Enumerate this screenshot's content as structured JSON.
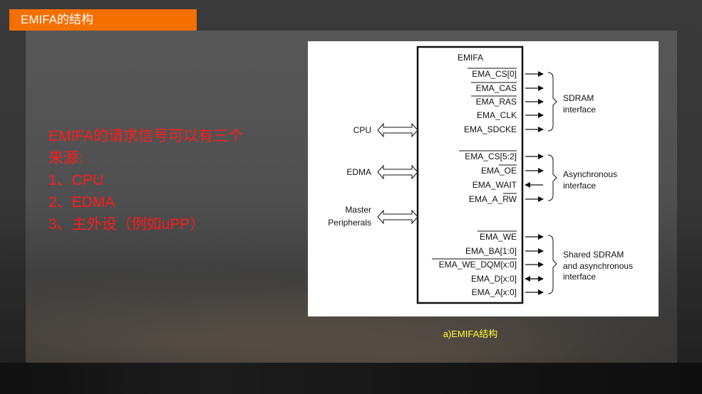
{
  "slide": {
    "title": "EMIFA的结构",
    "caption": "a)EMIFA结构",
    "colors": {
      "title_bar": "#f46f00",
      "body_text": "#ff1a1a",
      "caption": "#ffff33"
    }
  },
  "body_text": {
    "line1": "EMIFA的请求信号可以有三个",
    "line2": "来源:",
    "item1": "1、CPU",
    "item2": "2、EDMA",
    "item3": "3、主外设（例如uPP）"
  },
  "diagram": {
    "block_label": "EMIFA",
    "sources": {
      "cpu": "CPU",
      "edma": "EDMA",
      "master_line1": "Master",
      "master_line2": "Peripherals"
    },
    "sdram_signals": {
      "cs0": "EMA_CS[0]",
      "cas": "EMA_CAS",
      "ras": "EMA_RAS",
      "clk": "EMA_CLK",
      "sdcke": "EMA_SDCKE"
    },
    "async_signals": {
      "cs52": "EMA_CS[5:2]",
      "oe": "EMA_OE",
      "wait": "EMA_WAIT",
      "arw": "EMA_A_RW"
    },
    "shared_signals": {
      "we": "EMA_WE",
      "ba": "EMA_BA[1:0]",
      "wedqm": "EMA_WE_DQM[x:0]",
      "d": "EMA_D[x:0]",
      "a": "EMA_A[x:0]"
    },
    "groups": {
      "sdram_line1": "SDRAM",
      "sdram_line2": "interface",
      "async_line1": "Asynchronous",
      "async_line2": "interface",
      "shared_line1": "Shared SDRAM",
      "shared_line2": "and asynchronous",
      "shared_line3": "interface"
    }
  }
}
